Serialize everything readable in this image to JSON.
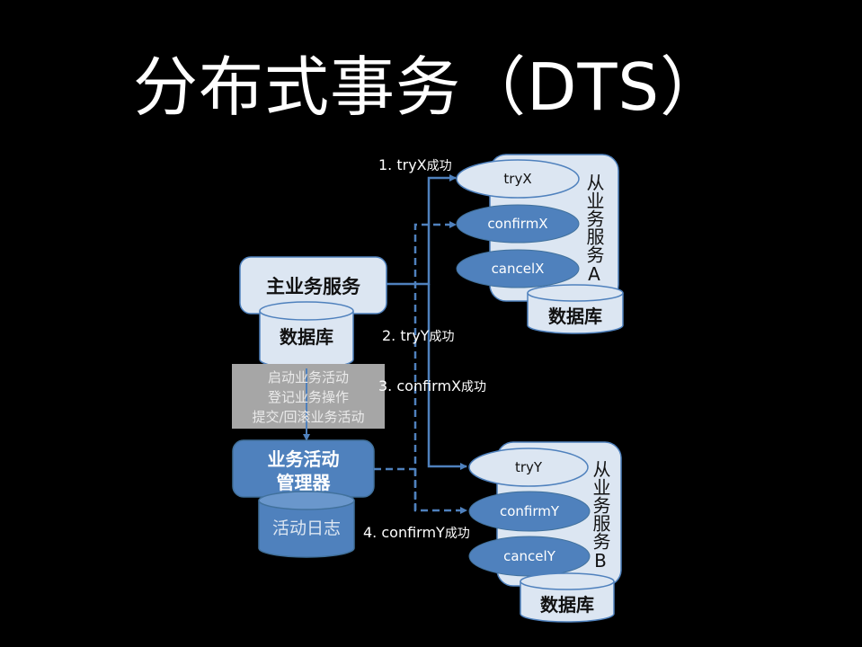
{
  "title": "分布式事务（DTS）",
  "colors": {
    "background": "#000000",
    "light_fill": "#dce6f2",
    "dark_fill": "#4f81bd",
    "line": "#4f81bd",
    "gray_box": "#a6a6a6"
  },
  "main_service": {
    "label": "主业务服务",
    "db_label": "数据库"
  },
  "operations_box": {
    "lines": [
      "启动业务活动",
      "登记业务操作",
      "提交/回滚业务活动"
    ]
  },
  "activity_manager": {
    "label_line1": "业务活动",
    "label_line2": "管理器",
    "log_label": "活动日志"
  },
  "service_a": {
    "label": "从业务服务A",
    "try_label": "tryX",
    "confirm_label": "confirmX",
    "cancel_label": "cancelX",
    "db_label": "数据库"
  },
  "service_b": {
    "label": "从业务服务B",
    "try_label": "tryY",
    "confirm_label": "confirmY",
    "cancel_label": "cancelY",
    "db_label": "数据库"
  },
  "steps": [
    {
      "num": "1. tryX",
      "suffix": "成功"
    },
    {
      "num": "2. tryY",
      "suffix": "成功"
    },
    {
      "num": "3. confirmX",
      "suffix": "成功"
    },
    {
      "num": "4. confirmY",
      "suffix": "成功"
    }
  ]
}
